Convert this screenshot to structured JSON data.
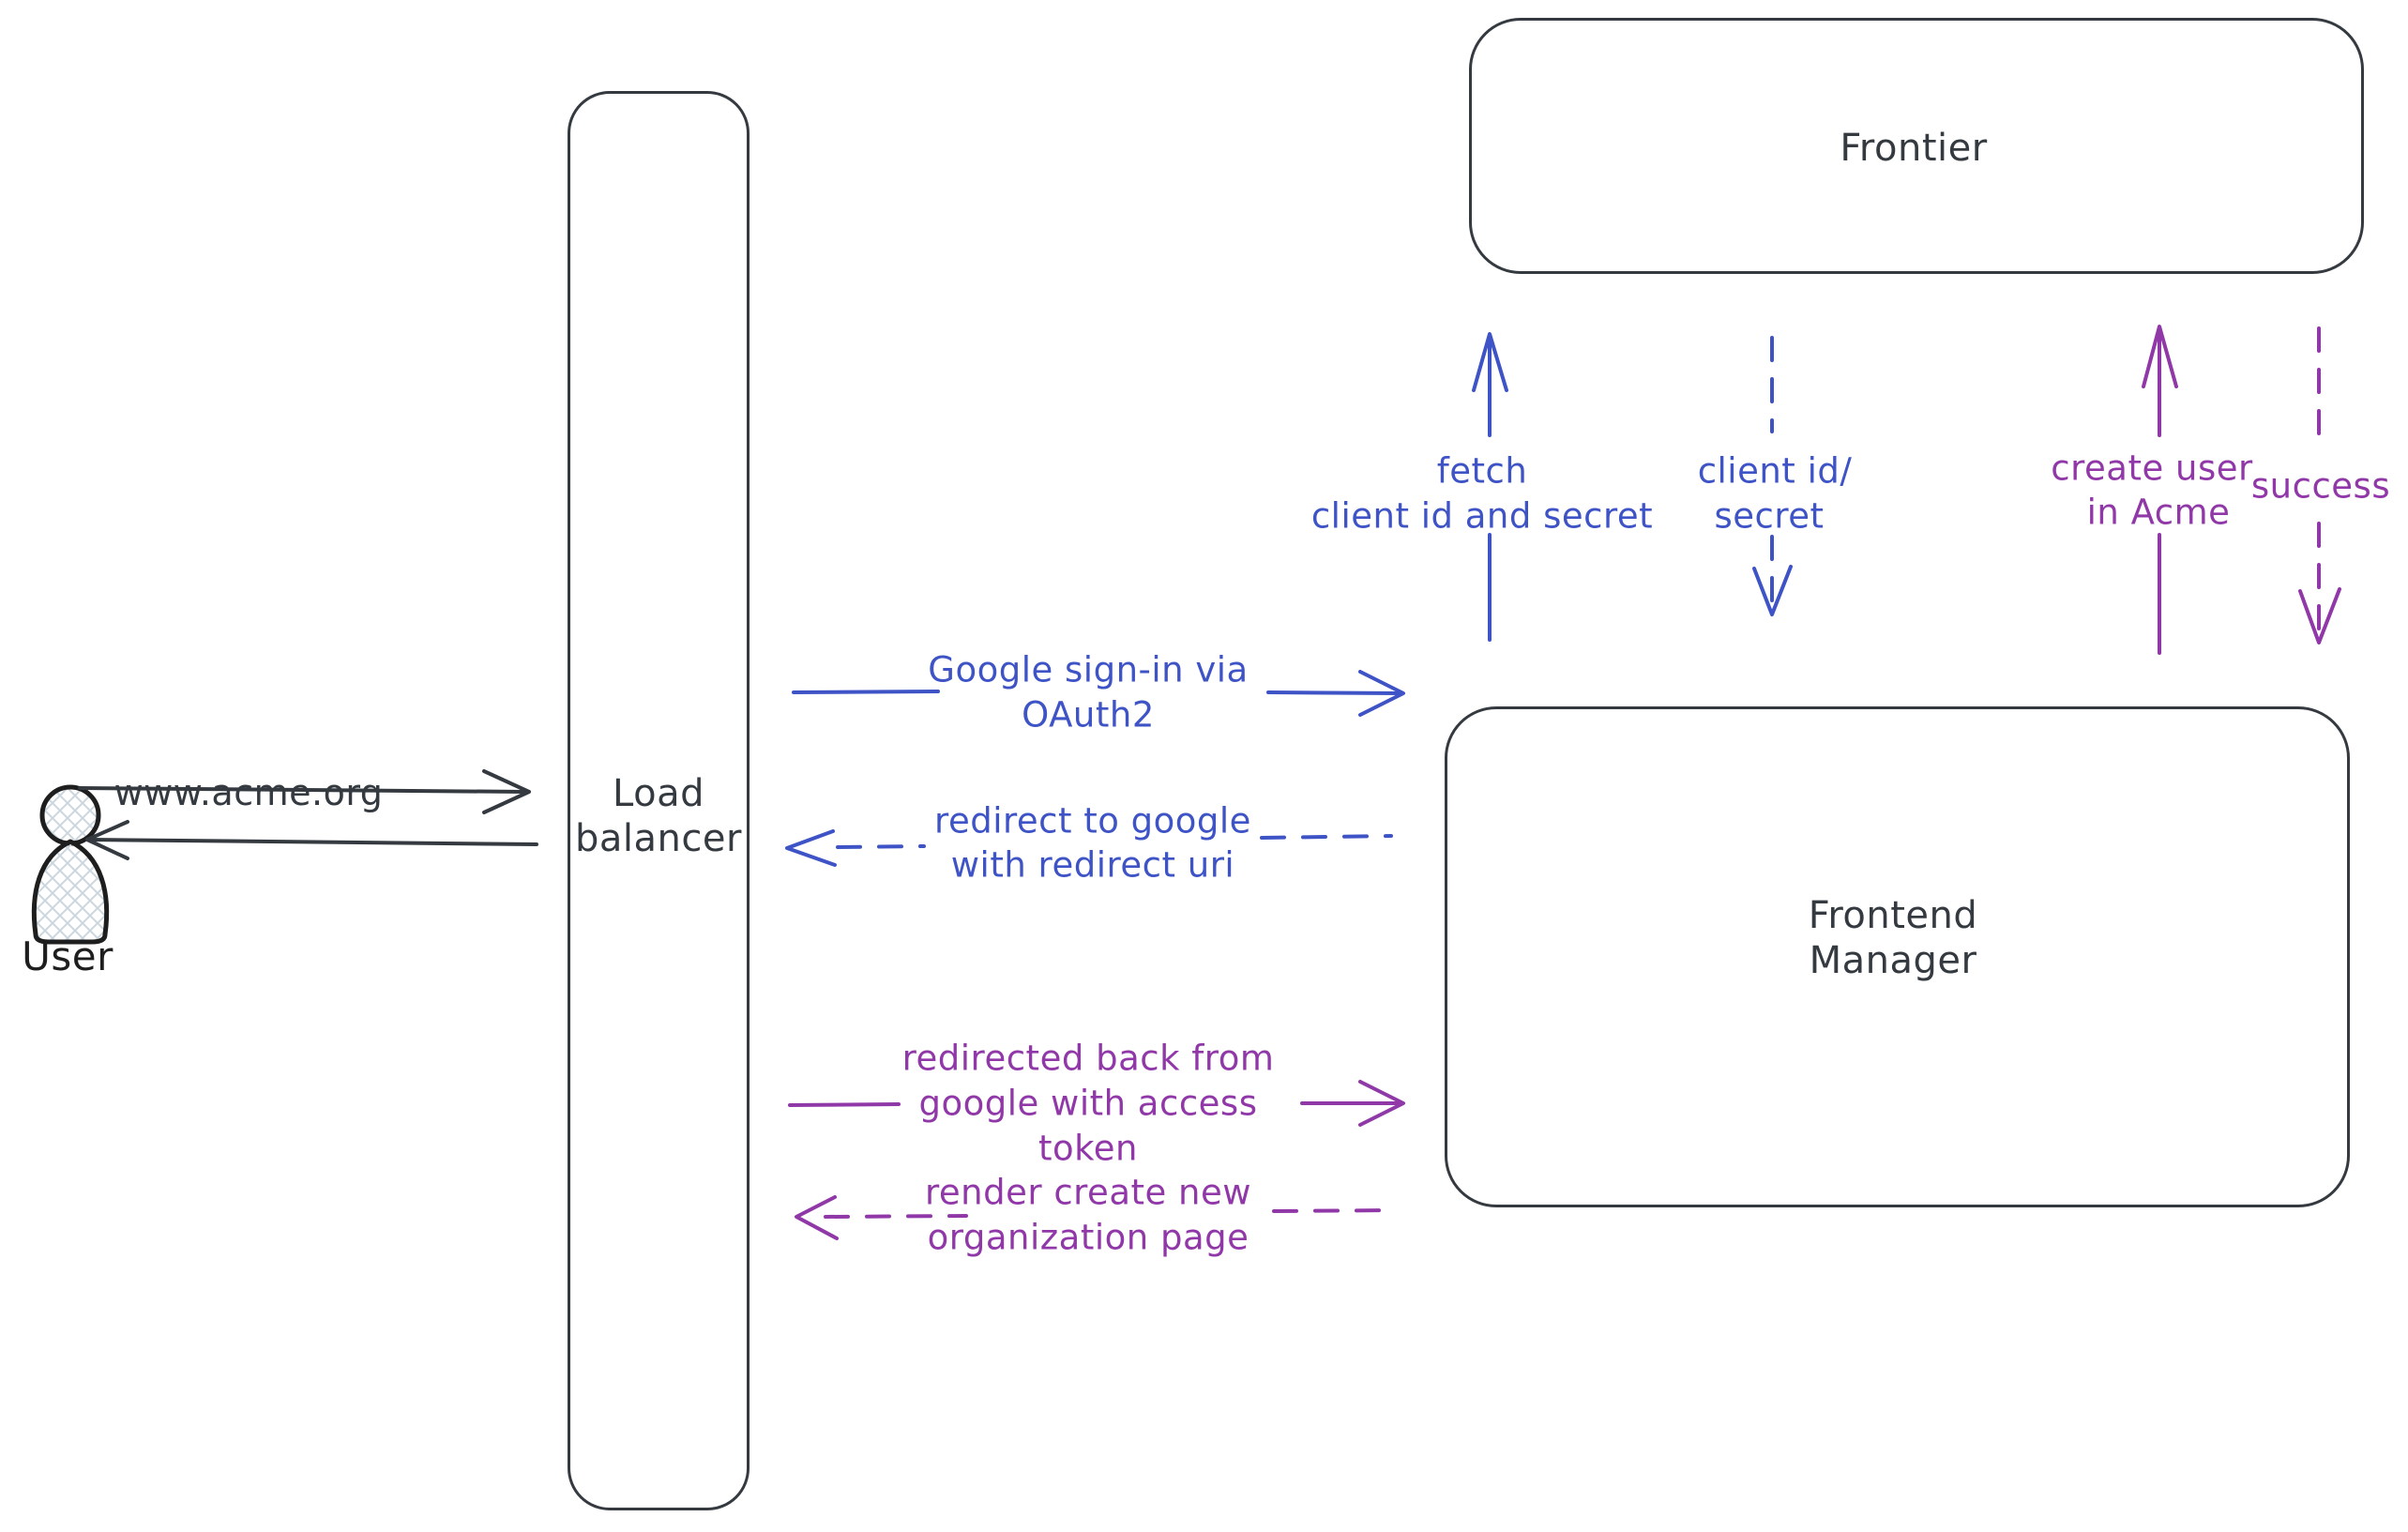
{
  "diagram": {
    "colors": {
      "dark": "#343a40",
      "blue": "#3e53c6",
      "purple": "#9138a8",
      "user_outline": "#1e1e1e",
      "hatch_fill": "#ccd6de",
      "background": "#ffffff"
    },
    "nodes": {
      "user": {
        "label": "User"
      },
      "load_balancer": {
        "line1": "Load",
        "line2": "balancer"
      },
      "frontier": {
        "label": "Frontier"
      },
      "frontend_manager": {
        "line1": "Frontend",
        "line2": "Manager"
      }
    },
    "edges": {
      "www_acme": {
        "label": "www.acme.org",
        "from": "user",
        "to": "load_balancer",
        "style": "solid",
        "color": "dark"
      },
      "response_to_user": {
        "from": "load_balancer",
        "to": "user",
        "style": "solid",
        "color": "dark"
      },
      "google_signin": {
        "line1": "Google sign-in via",
        "line2": "OAuth2",
        "from": "load_balancer",
        "to": "frontend_manager",
        "style": "solid",
        "color": "blue"
      },
      "redirect_google": {
        "line1": "redirect to google",
        "line2": "with redirect uri",
        "from": "frontend_manager",
        "to": "load_balancer",
        "style": "dashed",
        "color": "blue"
      },
      "redirected_back": {
        "line1": "redirected back from",
        "line2": "google with access",
        "line3": "token",
        "from": "load_balancer",
        "to": "frontend_manager",
        "style": "solid",
        "color": "purple"
      },
      "render_page": {
        "line1": "render create new",
        "line2": "organization page",
        "from": "frontend_manager",
        "to": "load_balancer",
        "style": "dashed",
        "color": "purple"
      },
      "fetch_secret": {
        "line1": "fetch",
        "line2": "client id and secret",
        "from": "frontend_manager",
        "to": "frontier",
        "style": "solid",
        "color": "blue"
      },
      "client_id_secret": {
        "line1": "client id/",
        "line2": "secret",
        "from": "frontier",
        "to": "frontend_manager",
        "style": "dashed",
        "color": "blue"
      },
      "create_user": {
        "line1": "create user",
        "line2": "in Acme",
        "from": "frontend_manager",
        "to": "frontier",
        "style": "solid",
        "color": "purple"
      },
      "success": {
        "label": "success",
        "from": "frontier",
        "to": "frontend_manager",
        "style": "dashed",
        "color": "purple"
      }
    }
  }
}
